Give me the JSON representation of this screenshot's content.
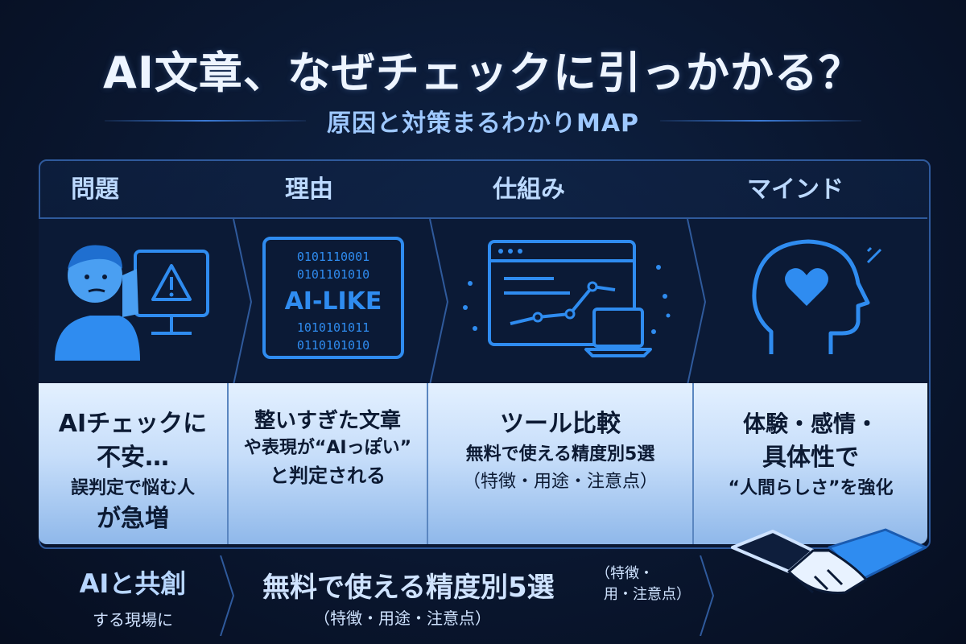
{
  "title": "AI文章、なぜチェックに引っかかる？",
  "subtitle": "原因と対策まるわかりMAP",
  "columns": [
    {
      "header": "問題",
      "icon": "worried-person-monitor-warning-icon",
      "lines": [
        "AIチェックに",
        "不安…",
        "誤判定で悩む人",
        "が急増"
      ]
    },
    {
      "header": "理由",
      "icon": "binary-ai-like-icon",
      "icon_text": {
        "bin1": "0101110001",
        "bin2": "0101101010",
        "label": "AI-LIKE",
        "bin3": "1010101011",
        "bin4": "0110101010"
      },
      "lines": [
        "整いすぎた文章",
        "や表現が“AIっぽい”",
        "と判定される"
      ]
    },
    {
      "header": "仕組み",
      "icon": "browser-laptop-chart-icon",
      "lines": [
        "ツール比較",
        "無料で使える精度別5選",
        "（特徴・用途・注意点）"
      ]
    },
    {
      "header": "マインド",
      "icon": "head-heart-icon",
      "lines": [
        "体験・感情・",
        "具体性で",
        "“人間らしさ”を強化"
      ]
    }
  ],
  "footer": {
    "left_title": "AIと共創",
    "left_sub": "する現場に",
    "mid_main": "無料で使える精度別5選",
    "mid_note1": "（特徴・",
    "mid_note2": "用・注意点）",
    "mid_note3": "（特徴・用途・注意点）"
  },
  "colors": {
    "background": "#0a1730",
    "accent": "#3b7ad6",
    "icon_blue": "#2f8cf0",
    "card_light": "#e3f0ff"
  }
}
